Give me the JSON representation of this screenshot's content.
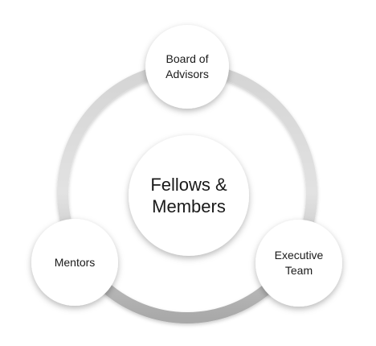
{
  "diagram": {
    "center": {
      "label": "Fellows &\nMembers"
    },
    "nodes": [
      {
        "id": "board-of-advisors",
        "label": "Board of\nAdvisors"
      },
      {
        "id": "mentors",
        "label": "Mentors"
      },
      {
        "id": "executive-team",
        "label": "Executive\nTeam"
      }
    ]
  },
  "colors": {
    "background": "#ffffff",
    "ring": "#b8b8b8",
    "circle_fill": "#ffffff",
    "text": "#1a1a1a"
  }
}
